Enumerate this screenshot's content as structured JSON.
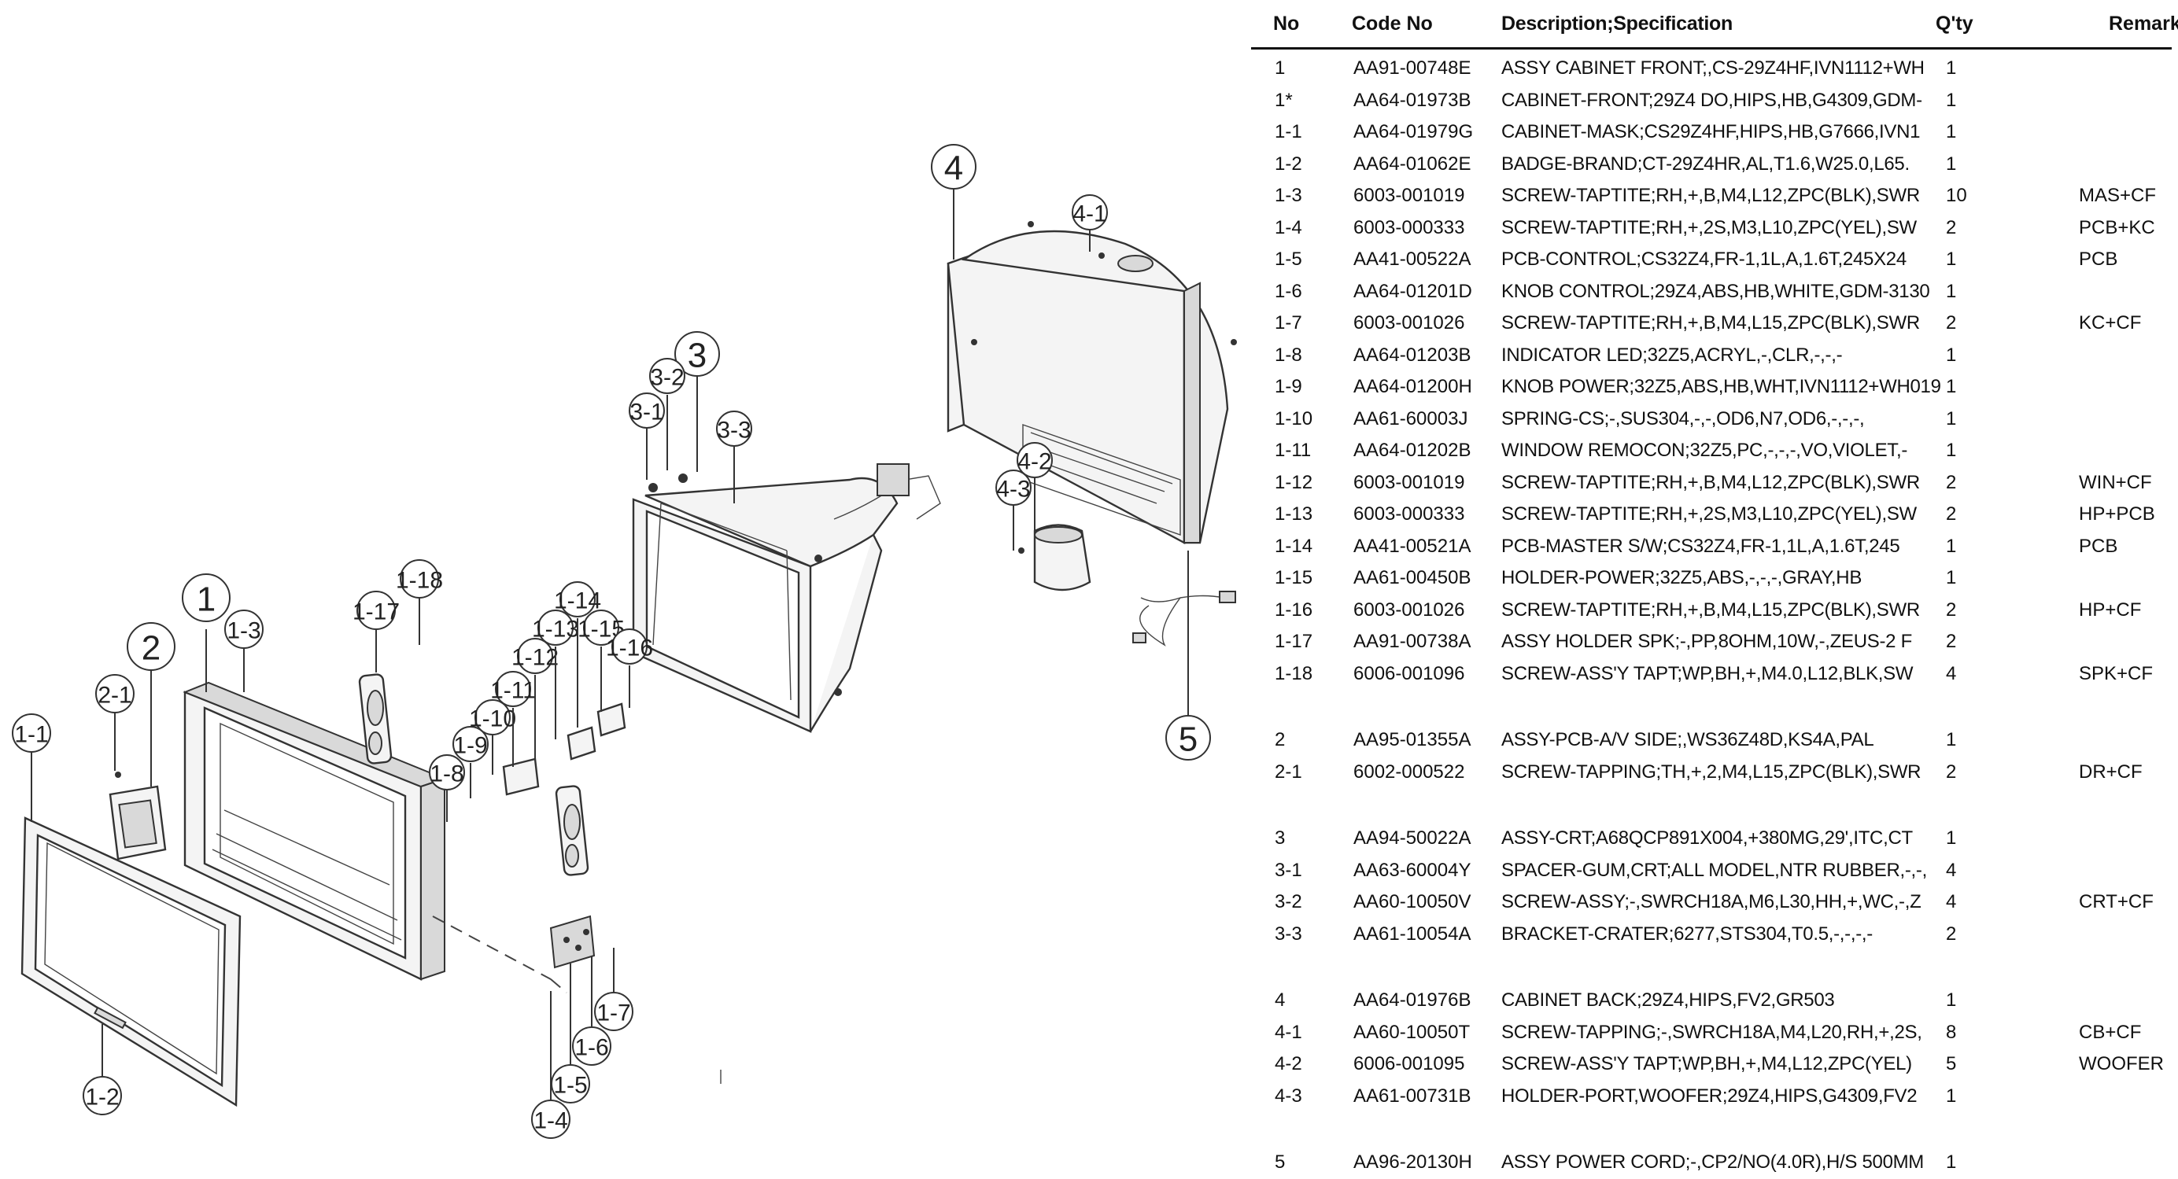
{
  "callouts": {
    "c1": "1",
    "c1_1": "1-1",
    "c1_2": "1-2",
    "c1_3": "1-3",
    "c1_4": "1-4",
    "c1_5": "1-5",
    "c1_6": "1-6",
    "c1_7": "1-7",
    "c1_8": "1-8",
    "c1_9": "1-9",
    "c1_10": "1-10",
    "c1_11": "1-11",
    "c1_12": "1-12",
    "c1_13": "1-13",
    "c1_14": "1-14",
    "c1_15": "1-15",
    "c1_16": "1-16",
    "c1_17": "1-17",
    "c1_18": "1-18",
    "c2": "2",
    "c2_1": "2-1",
    "c3": "3",
    "c3_1": "3-1",
    "c3_2": "3-2",
    "c3_3": "3-3",
    "c4": "4",
    "c4_1": "4-1",
    "c4_2": "4-2",
    "c4_3": "4-3",
    "c5": "5"
  },
  "table": {
    "headers": {
      "no": "No",
      "code": "Code No",
      "desc": "Description;Specification",
      "qty": "Q'ty",
      "remark": "Remark"
    },
    "rows": [
      {
        "no": "1",
        "code": "AA91-00748E",
        "desc": "ASSY CABINET FRONT;,CS-29Z4HF,IVN1112+WH",
        "qty": "1",
        "remark": ""
      },
      {
        "no": "1*",
        "code": "AA64-01973B",
        "desc": "CABINET-FRONT;29Z4 DO,HIPS,HB,G4309,GDM-",
        "qty": "1",
        "remark": ""
      },
      {
        "no": "1-1",
        "code": "AA64-01979G",
        "desc": "CABINET-MASK;CS29Z4HF,HIPS,HB,G7666,IVN1",
        "qty": "1",
        "remark": ""
      },
      {
        "no": "1-2",
        "code": "AA64-01062E",
        "desc": "BADGE-BRAND;CT-29Z4HR,AL,T1.6,W25.0,L65.",
        "qty": "1",
        "remark": ""
      },
      {
        "no": "1-3",
        "code": "6003-001019",
        "desc": "SCREW-TAPTITE;RH,+,B,M4,L12,ZPC(BLK),SWR",
        "qty": "10",
        "remark": "MAS+CF"
      },
      {
        "no": "1-4",
        "code": "6003-000333",
        "desc": "SCREW-TAPTITE;RH,+,2S,M3,L10,ZPC(YEL),SW",
        "qty": "2",
        "remark": "PCB+KC"
      },
      {
        "no": "1-5",
        "code": "AA41-00522A",
        "desc": "PCB-CONTROL;CS32Z4,FR-1,1L,A,1.6T,245X24",
        "qty": "1",
        "remark": "PCB"
      },
      {
        "no": "1-6",
        "code": "AA64-01201D",
        "desc": "KNOB CONTROL;29Z4,ABS,HB,WHITE,GDM-3130",
        "qty": "1",
        "remark": ""
      },
      {
        "no": "1-7",
        "code": "6003-001026",
        "desc": "SCREW-TAPTITE;RH,+,B,M4,L15,ZPC(BLK),SWR",
        "qty": "2",
        "remark": "KC+CF"
      },
      {
        "no": "1-8",
        "code": "AA64-01203B",
        "desc": "INDICATOR LED;32Z5,ACRYL,-,CLR,-,-,-",
        "qty": "1",
        "remark": ""
      },
      {
        "no": "1-9",
        "code": "AA64-01200H",
        "desc": "KNOB POWER;32Z5,ABS,HB,WHT,IVN1112+WH019",
        "qty": "1",
        "remark": ""
      },
      {
        "no": "1-10",
        "code": "AA61-60003J",
        "desc": "SPRING-CS;-,SUS304,-,-,OD6,N7,OD6,-,-,-,",
        "qty": "1",
        "remark": ""
      },
      {
        "no": "1-11",
        "code": "AA64-01202B",
        "desc": "WINDOW REMOCON;32Z5,PC,-,-,-,VO,VIOLET,-",
        "qty": "1",
        "remark": ""
      },
      {
        "no": "1-12",
        "code": "6003-001019",
        "desc": "SCREW-TAPTITE;RH,+,B,M4,L12,ZPC(BLK),SWR",
        "qty": "2",
        "remark": "WIN+CF"
      },
      {
        "no": "1-13",
        "code": "6003-000333",
        "desc": "SCREW-TAPTITE;RH,+,2S,M3,L10,ZPC(YEL),SW",
        "qty": "2",
        "remark": "HP+PCB"
      },
      {
        "no": "1-14",
        "code": "AA41-00521A",
        "desc": "PCB-MASTER S/W;CS32Z4,FR-1,1L,A,1.6T,245",
        "qty": "1",
        "remark": "PCB"
      },
      {
        "no": "1-15",
        "code": "AA61-00450B",
        "desc": "HOLDER-POWER;32Z5,ABS,-,-,-,GRAY,HB",
        "qty": "1",
        "remark": ""
      },
      {
        "no": "1-16",
        "code": "6003-001026",
        "desc": "SCREW-TAPTITE;RH,+,B,M4,L15,ZPC(BLK),SWR",
        "qty": "2",
        "remark": "HP+CF"
      },
      {
        "no": "1-17",
        "code": "AA91-00738A",
        "desc": "ASSY HOLDER SPK;-,PP,8OHM,10W,-,ZEUS-2 F",
        "qty": "2",
        "remark": ""
      },
      {
        "no": "1-18",
        "code": "6006-001096",
        "desc": "SCREW-ASS'Y TAPT;WP,BH,+,M4.0,L12,BLK,SW",
        "qty": "4",
        "remark": "SPK+CF"
      },
      {
        "spacer": true
      },
      {
        "no": "2",
        "code": "AA95-01355A",
        "desc": "ASSY-PCB-A/V SIDE;,WS36Z48D,KS4A,PAL",
        "qty": "1",
        "remark": ""
      },
      {
        "no": "2-1",
        "code": "6002-000522",
        "desc": "SCREW-TAPPING;TH,+,2,M4,L15,ZPC(BLK),SWR",
        "qty": "2",
        "remark": "DR+CF"
      },
      {
        "spacer": true
      },
      {
        "no": "3",
        "code": "AA94-50022A",
        "desc": "ASSY-CRT;A68QCP891X004,+380MG,29',ITC,CT",
        "qty": "1",
        "remark": ""
      },
      {
        "no": "3-1",
        "code": "AA63-60004Y",
        "desc": "SPACER-GUM,CRT;ALL MODEL,NTR RUBBER,-,-,",
        "qty": "4",
        "remark": ""
      },
      {
        "no": "3-2",
        "code": "AA60-10050V",
        "desc": "SCREW-ASSY;-,SWRCH18A,M6,L30,HH,+,WC,-,Z",
        "qty": "4",
        "remark": "CRT+CF"
      },
      {
        "no": "3-3",
        "code": "AA61-10054A",
        "desc": "BRACKET-CRATER;6277,STS304,T0.5,-,-,-,-",
        "qty": "2",
        "remark": ""
      },
      {
        "spacer": true
      },
      {
        "no": "4",
        "code": "AA64-01976B",
        "desc": "CABINET BACK;29Z4,HIPS,FV2,GR503",
        "qty": "1",
        "remark": ""
      },
      {
        "no": "4-1",
        "code": "AA60-10050T",
        "desc": "SCREW-TAPPING;-,SWRCH18A,M4,L20,RH,+,2S,",
        "qty": "8",
        "remark": "CB+CF"
      },
      {
        "no": "4-2",
        "code": "6006-001095",
        "desc": "SCREW-ASS'Y TAPT;WP,BH,+,M4,L12,ZPC(YEL)",
        "qty": "5",
        "remark": "WOOFER"
      },
      {
        "no": "4-3",
        "code": "AA61-00731B",
        "desc": "HOLDER-PORT,WOOFER;29Z4,HIPS,G4309,FV2",
        "qty": "1",
        "remark": ""
      },
      {
        "spacer": true
      },
      {
        "no": "5",
        "code": "AA96-20130H",
        "desc": "ASSY POWER CORD;-,CP2/NO(4.0R),H/S 500MM",
        "qty": "1",
        "remark": ""
      }
    ]
  }
}
